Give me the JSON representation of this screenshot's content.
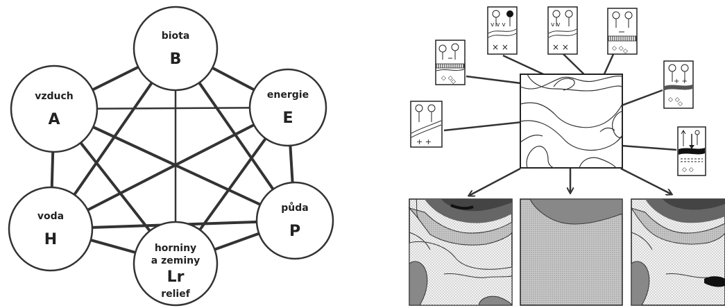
{
  "network": {
    "nodes": [
      {
        "id": "B",
        "label": "biota",
        "letter": "B"
      },
      {
        "id": "E",
        "label": "energie",
        "letter": "E"
      },
      {
        "id": "P",
        "label": "půda",
        "letter": "P"
      },
      {
        "id": "Lr",
        "label_lines": [
          "horniny",
          "a zeminy"
        ],
        "letter": "Lr",
        "sublabel": "relief"
      },
      {
        "id": "H",
        "label": "voda",
        "letter": "H"
      },
      {
        "id": "A",
        "label": "vzduch",
        "letter": "A"
      }
    ],
    "edges": [
      [
        "A",
        "B"
      ],
      [
        "A",
        "E"
      ],
      [
        "A",
        "P"
      ],
      [
        "A",
        "Lr"
      ],
      [
        "A",
        "H"
      ],
      [
        "B",
        "E"
      ],
      [
        "B",
        "P"
      ],
      [
        "B",
        "Lr"
      ],
      [
        "B",
        "H"
      ],
      [
        "E",
        "P"
      ],
      [
        "E",
        "Lr"
      ],
      [
        "E",
        "H"
      ],
      [
        "P",
        "Lr"
      ],
      [
        "P",
        "H"
      ],
      [
        "H",
        "Lr"
      ]
    ]
  },
  "landscape_map": {
    "profile_cards": 7,
    "output_maps": 3
  }
}
